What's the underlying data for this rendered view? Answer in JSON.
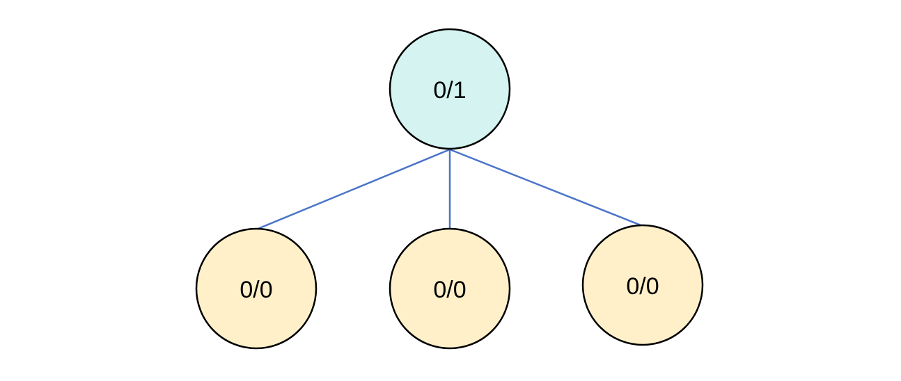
{
  "colors": {
    "root_fill": "#d5f3f0",
    "leaf_fill": "#fff0ca",
    "node_stroke": "#000000",
    "edge": "#4a74c9"
  },
  "tree": {
    "root": {
      "label": "0/1"
    },
    "children": [
      {
        "label": "0/0"
      },
      {
        "label": "0/0"
      },
      {
        "label": "0/0"
      }
    ]
  }
}
